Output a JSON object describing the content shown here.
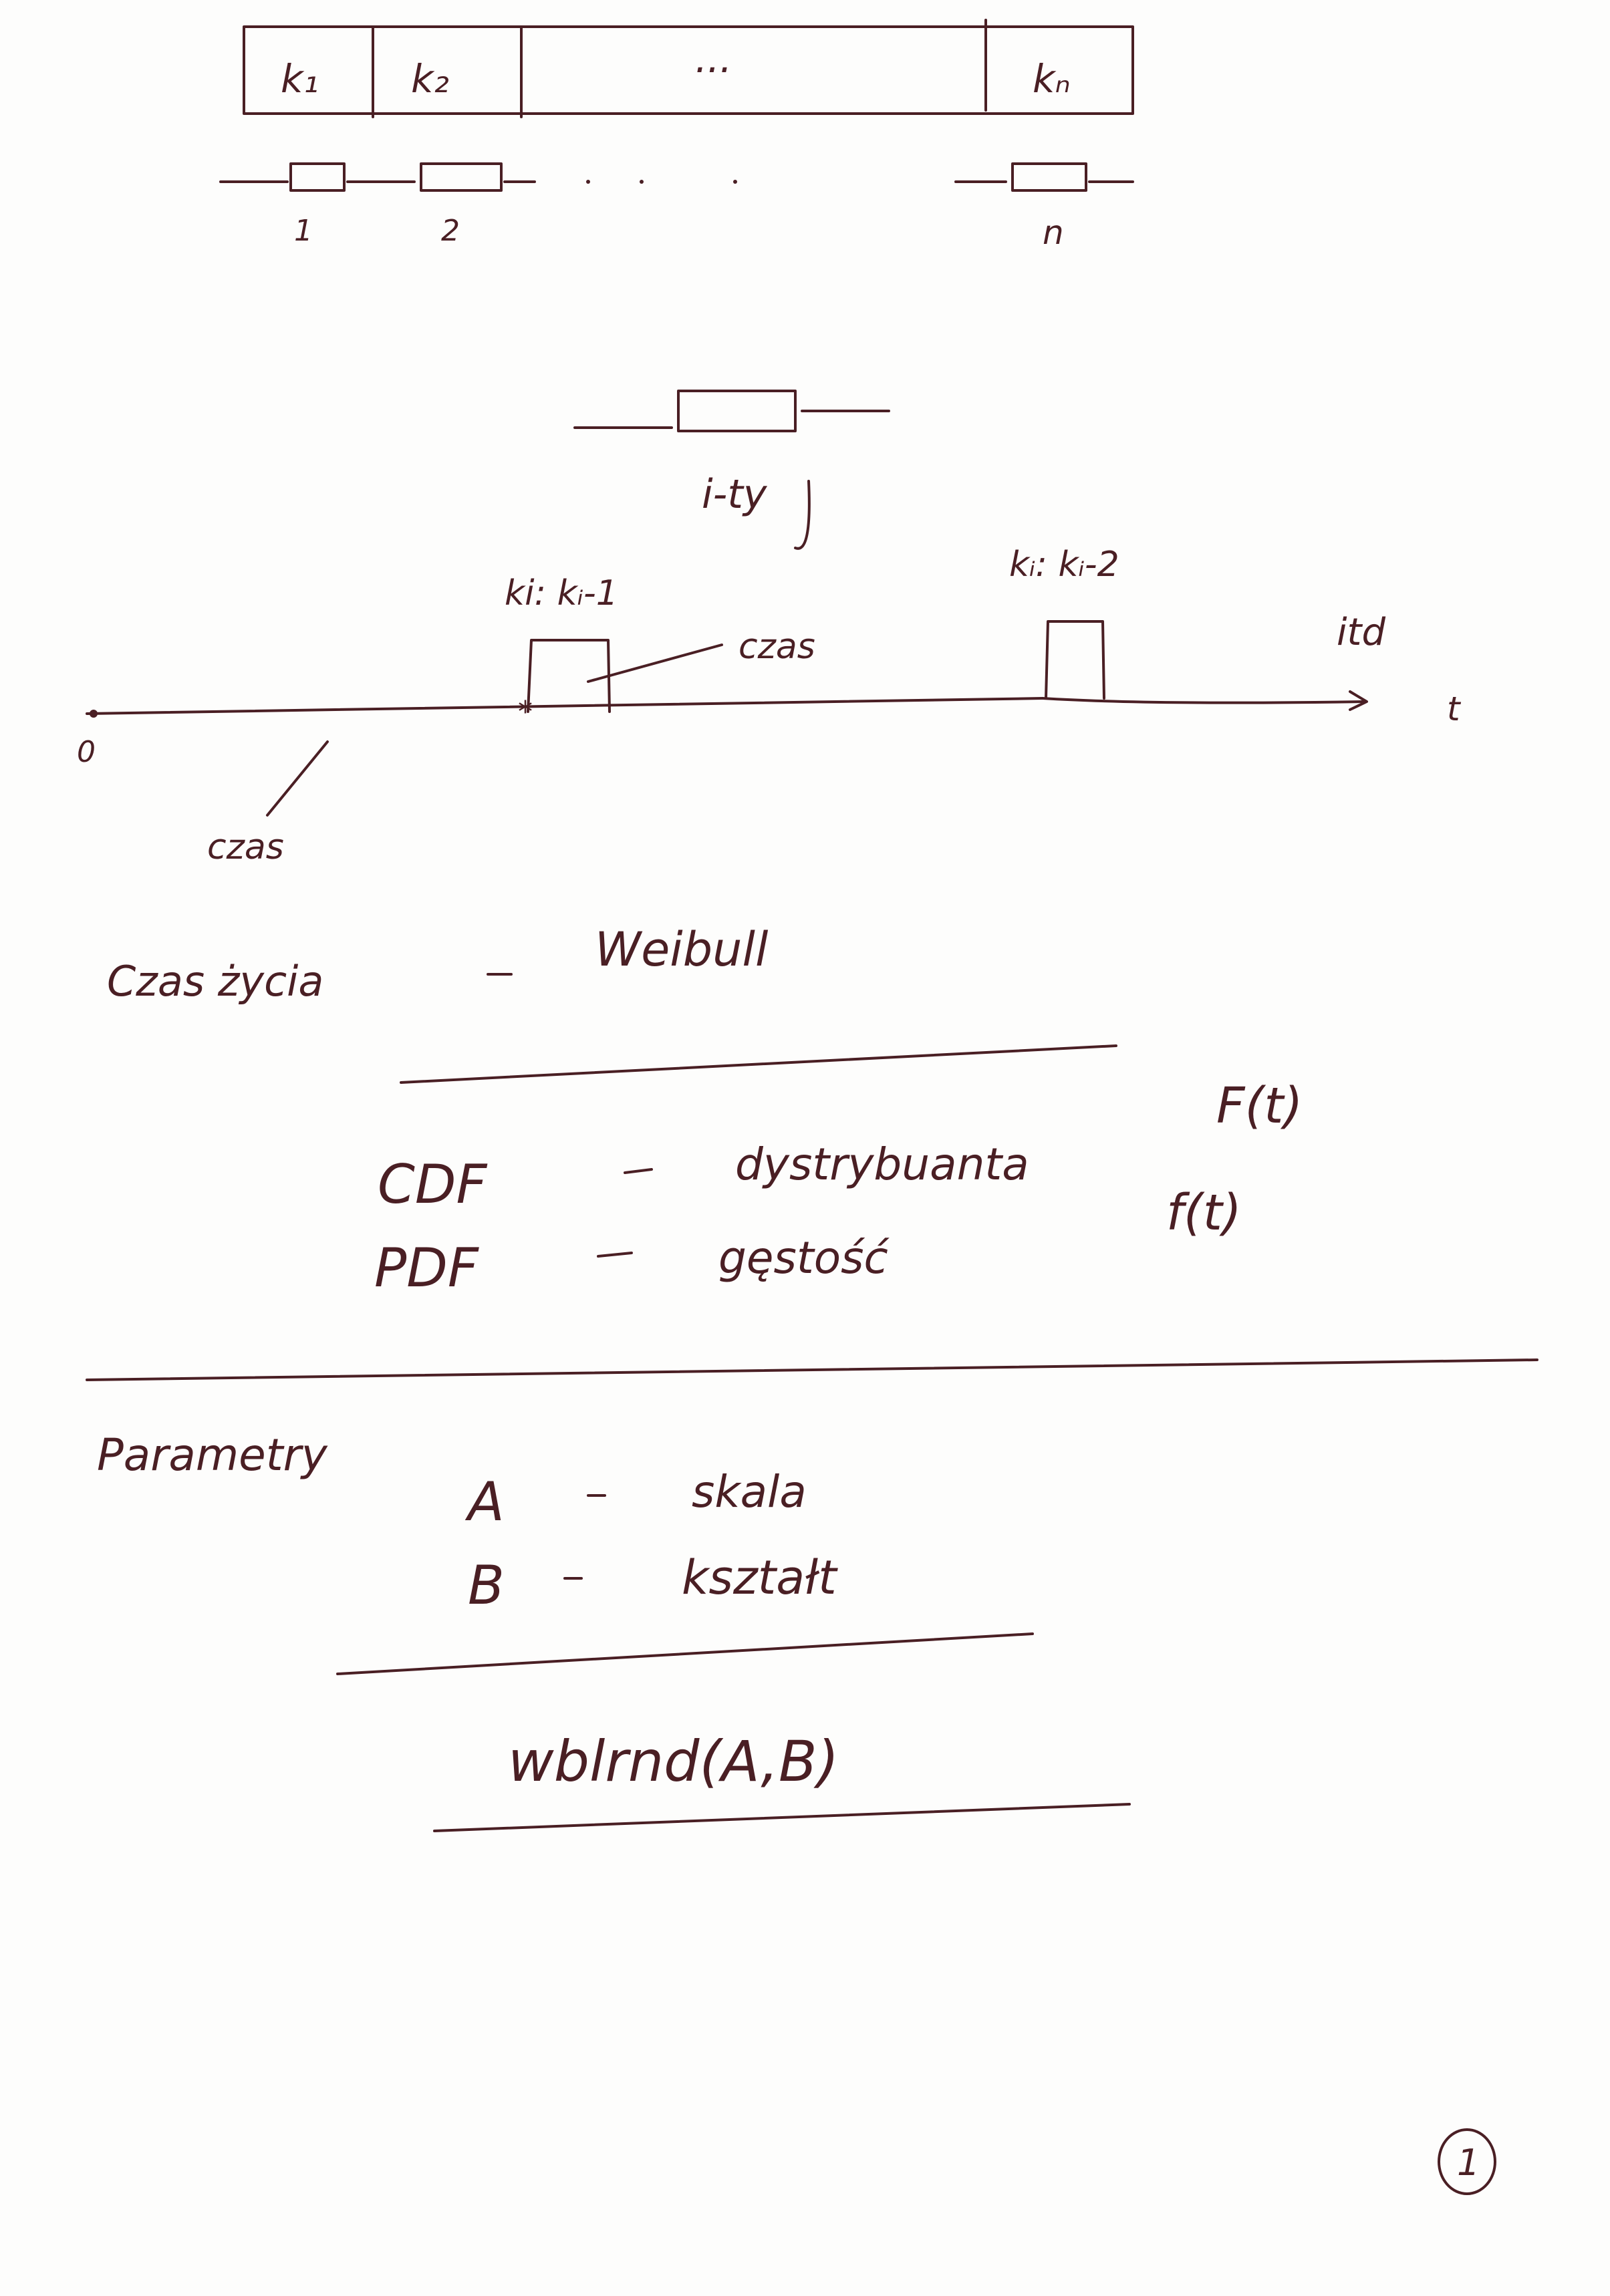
{
  "top_diagram": {
    "boxes": [
      "k₁",
      "k₂",
      "...",
      "kₙ"
    ],
    "element_labels": [
      "1",
      "2",
      "n"
    ]
  },
  "element_note": "i-ty",
  "timeline": {
    "origin": "0",
    "axis": "t",
    "repair_1": "ki: kᵢ-1",
    "repair_2": "kᵢ: kᵢ-2",
    "work_1": "czas",
    "work_2": "czas",
    "continuation": "itd"
  },
  "notes": {
    "time_label": "Czas życia",
    "distribution": "Weibull",
    "cdf_label": "CDF",
    "cdf_desc": "dystrybuanta",
    "cdf_symbol": "F(t)",
    "pdf_label": "PDF",
    "pdf_desc": "gęstość",
    "pdf_symbol": "f(t)",
    "params_label": "Parametry",
    "param_a": "A",
    "param_a_desc": "skala",
    "param_b": "B",
    "param_b_desc": "kształt",
    "formula": "wblrnd(A,B)",
    "page_number": "1"
  }
}
